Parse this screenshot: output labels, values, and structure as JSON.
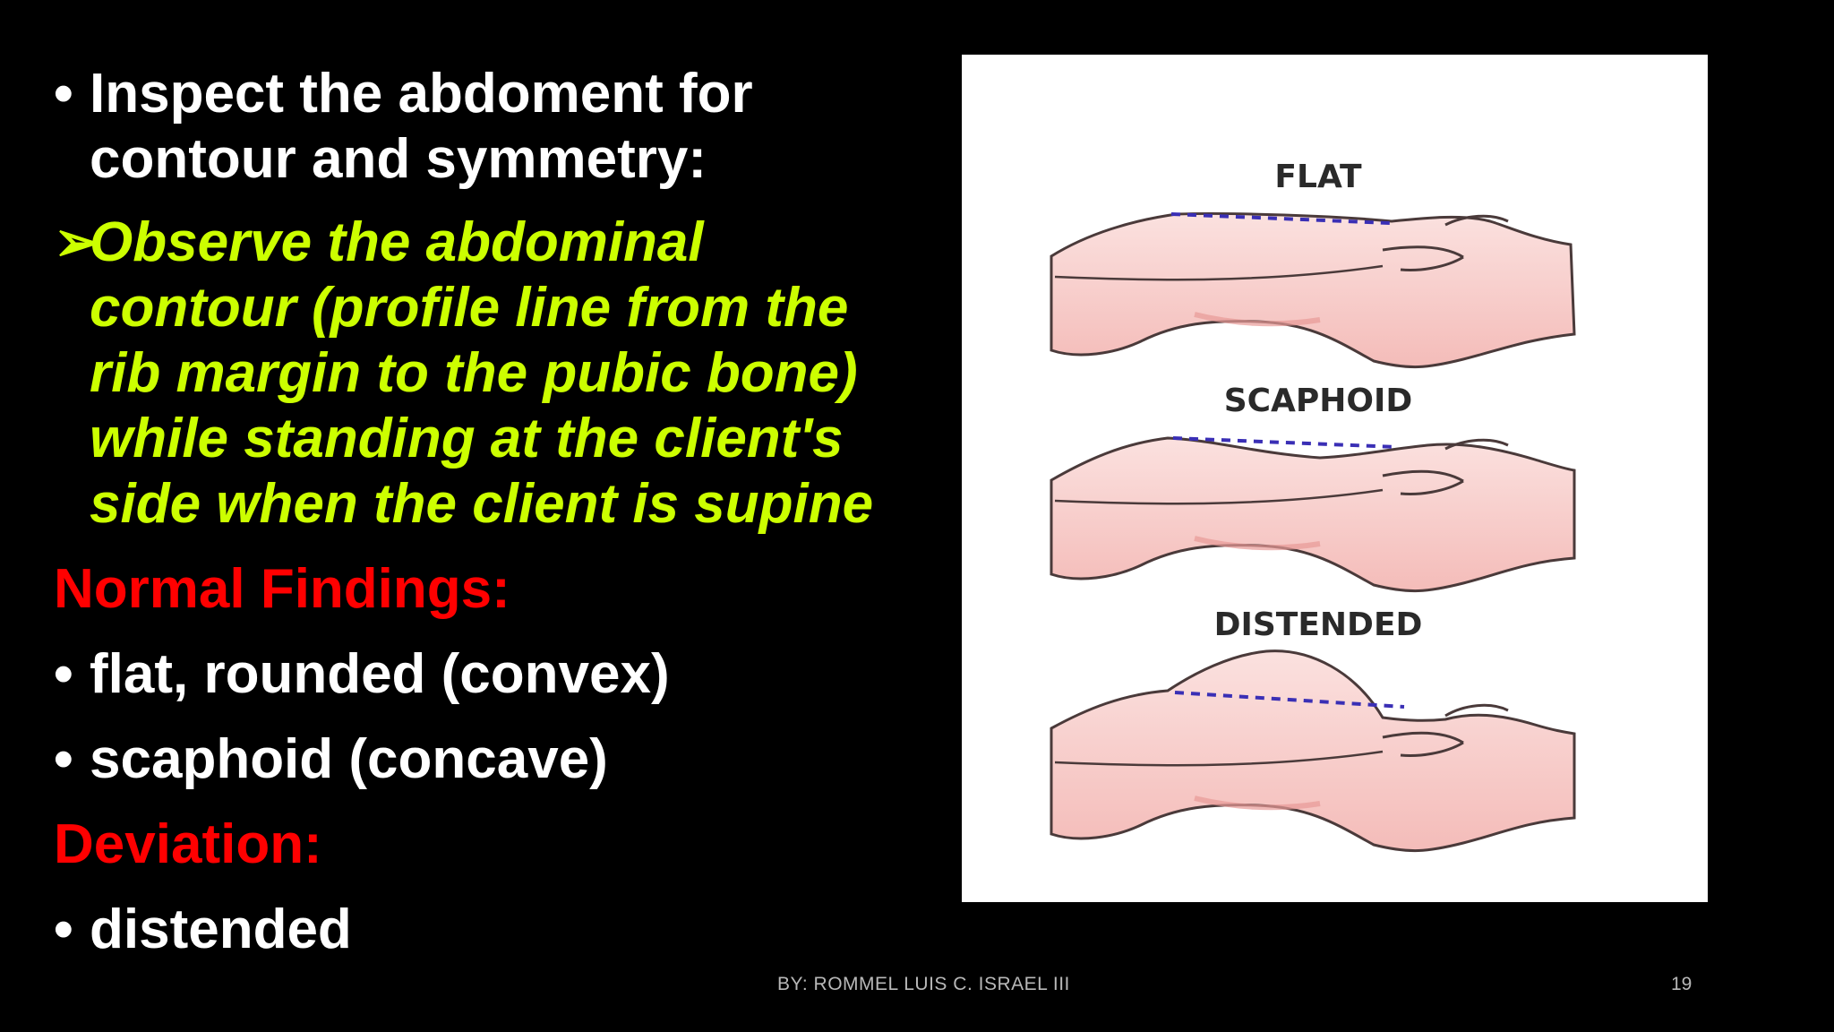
{
  "slide": {
    "bullet_main": [
      "Inspect the abdoment for",
      "contour and symmetry:"
    ],
    "sub_point": [
      "Observe the abdominal",
      "contour (profile line from the",
      "rib margin to the pubic bone)",
      "while standing at the client's",
      "side when the client is supine"
    ],
    "normal_heading": "Normal Findings:",
    "normal_items": [
      "flat, rounded (convex)",
      "scaphoid (concave)"
    ],
    "deviation_heading": "Deviation:",
    "deviation_items": [
      "distended"
    ],
    "bullet_char": "•",
    "arrow_char": "➢"
  },
  "figure": {
    "labels": [
      "FLAT",
      "SCAPHOID",
      "DISTENDED"
    ]
  },
  "footer": {
    "credit": "BY: ROMMEL LUIS C. ISRAEL III",
    "page_number": "19"
  },
  "colors": {
    "background": "#000000",
    "body_text": "#ffffff",
    "sub_point_text": "#ccff00",
    "heading_red": "#ff0000",
    "skin": "#f7c9c6",
    "dash_line": "#3a2fb5"
  }
}
